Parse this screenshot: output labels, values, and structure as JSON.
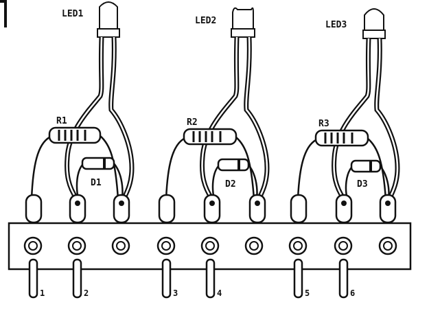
{
  "modules": [
    {
      "led": "LED1",
      "resistor": "R1",
      "diode": "D1"
    },
    {
      "led": "LED2",
      "resistor": "R2",
      "diode": "D2"
    },
    {
      "led": "LED3",
      "resistor": "R3",
      "diode": "D3"
    }
  ],
  "pins": [
    "1",
    "2",
    "3",
    "4",
    "5",
    "6"
  ],
  "colors": {
    "ink": "#111111",
    "paper": "#ffffff"
  }
}
